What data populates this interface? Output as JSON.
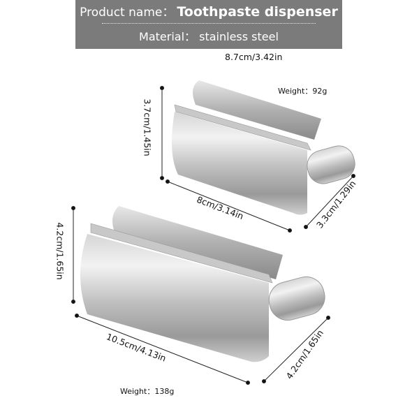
{
  "header": {
    "product_label": "Product name：",
    "product_name": "Toothpaste dispenser",
    "material": "Material： stainless steel"
  },
  "small_dispenser": {
    "length_top": "8.7cm/3.42in",
    "weight": "Weight：92g",
    "height": "3.7cm/1.45in",
    "length": "8cm/3.14in",
    "depth": "3.3cm/1.29in"
  },
  "large_dispenser": {
    "height": "4.2cm/1.65in",
    "length": "10.5cm/4.13in",
    "depth": "4.2cm/1.65in",
    "weight": "Weight：138g"
  }
}
